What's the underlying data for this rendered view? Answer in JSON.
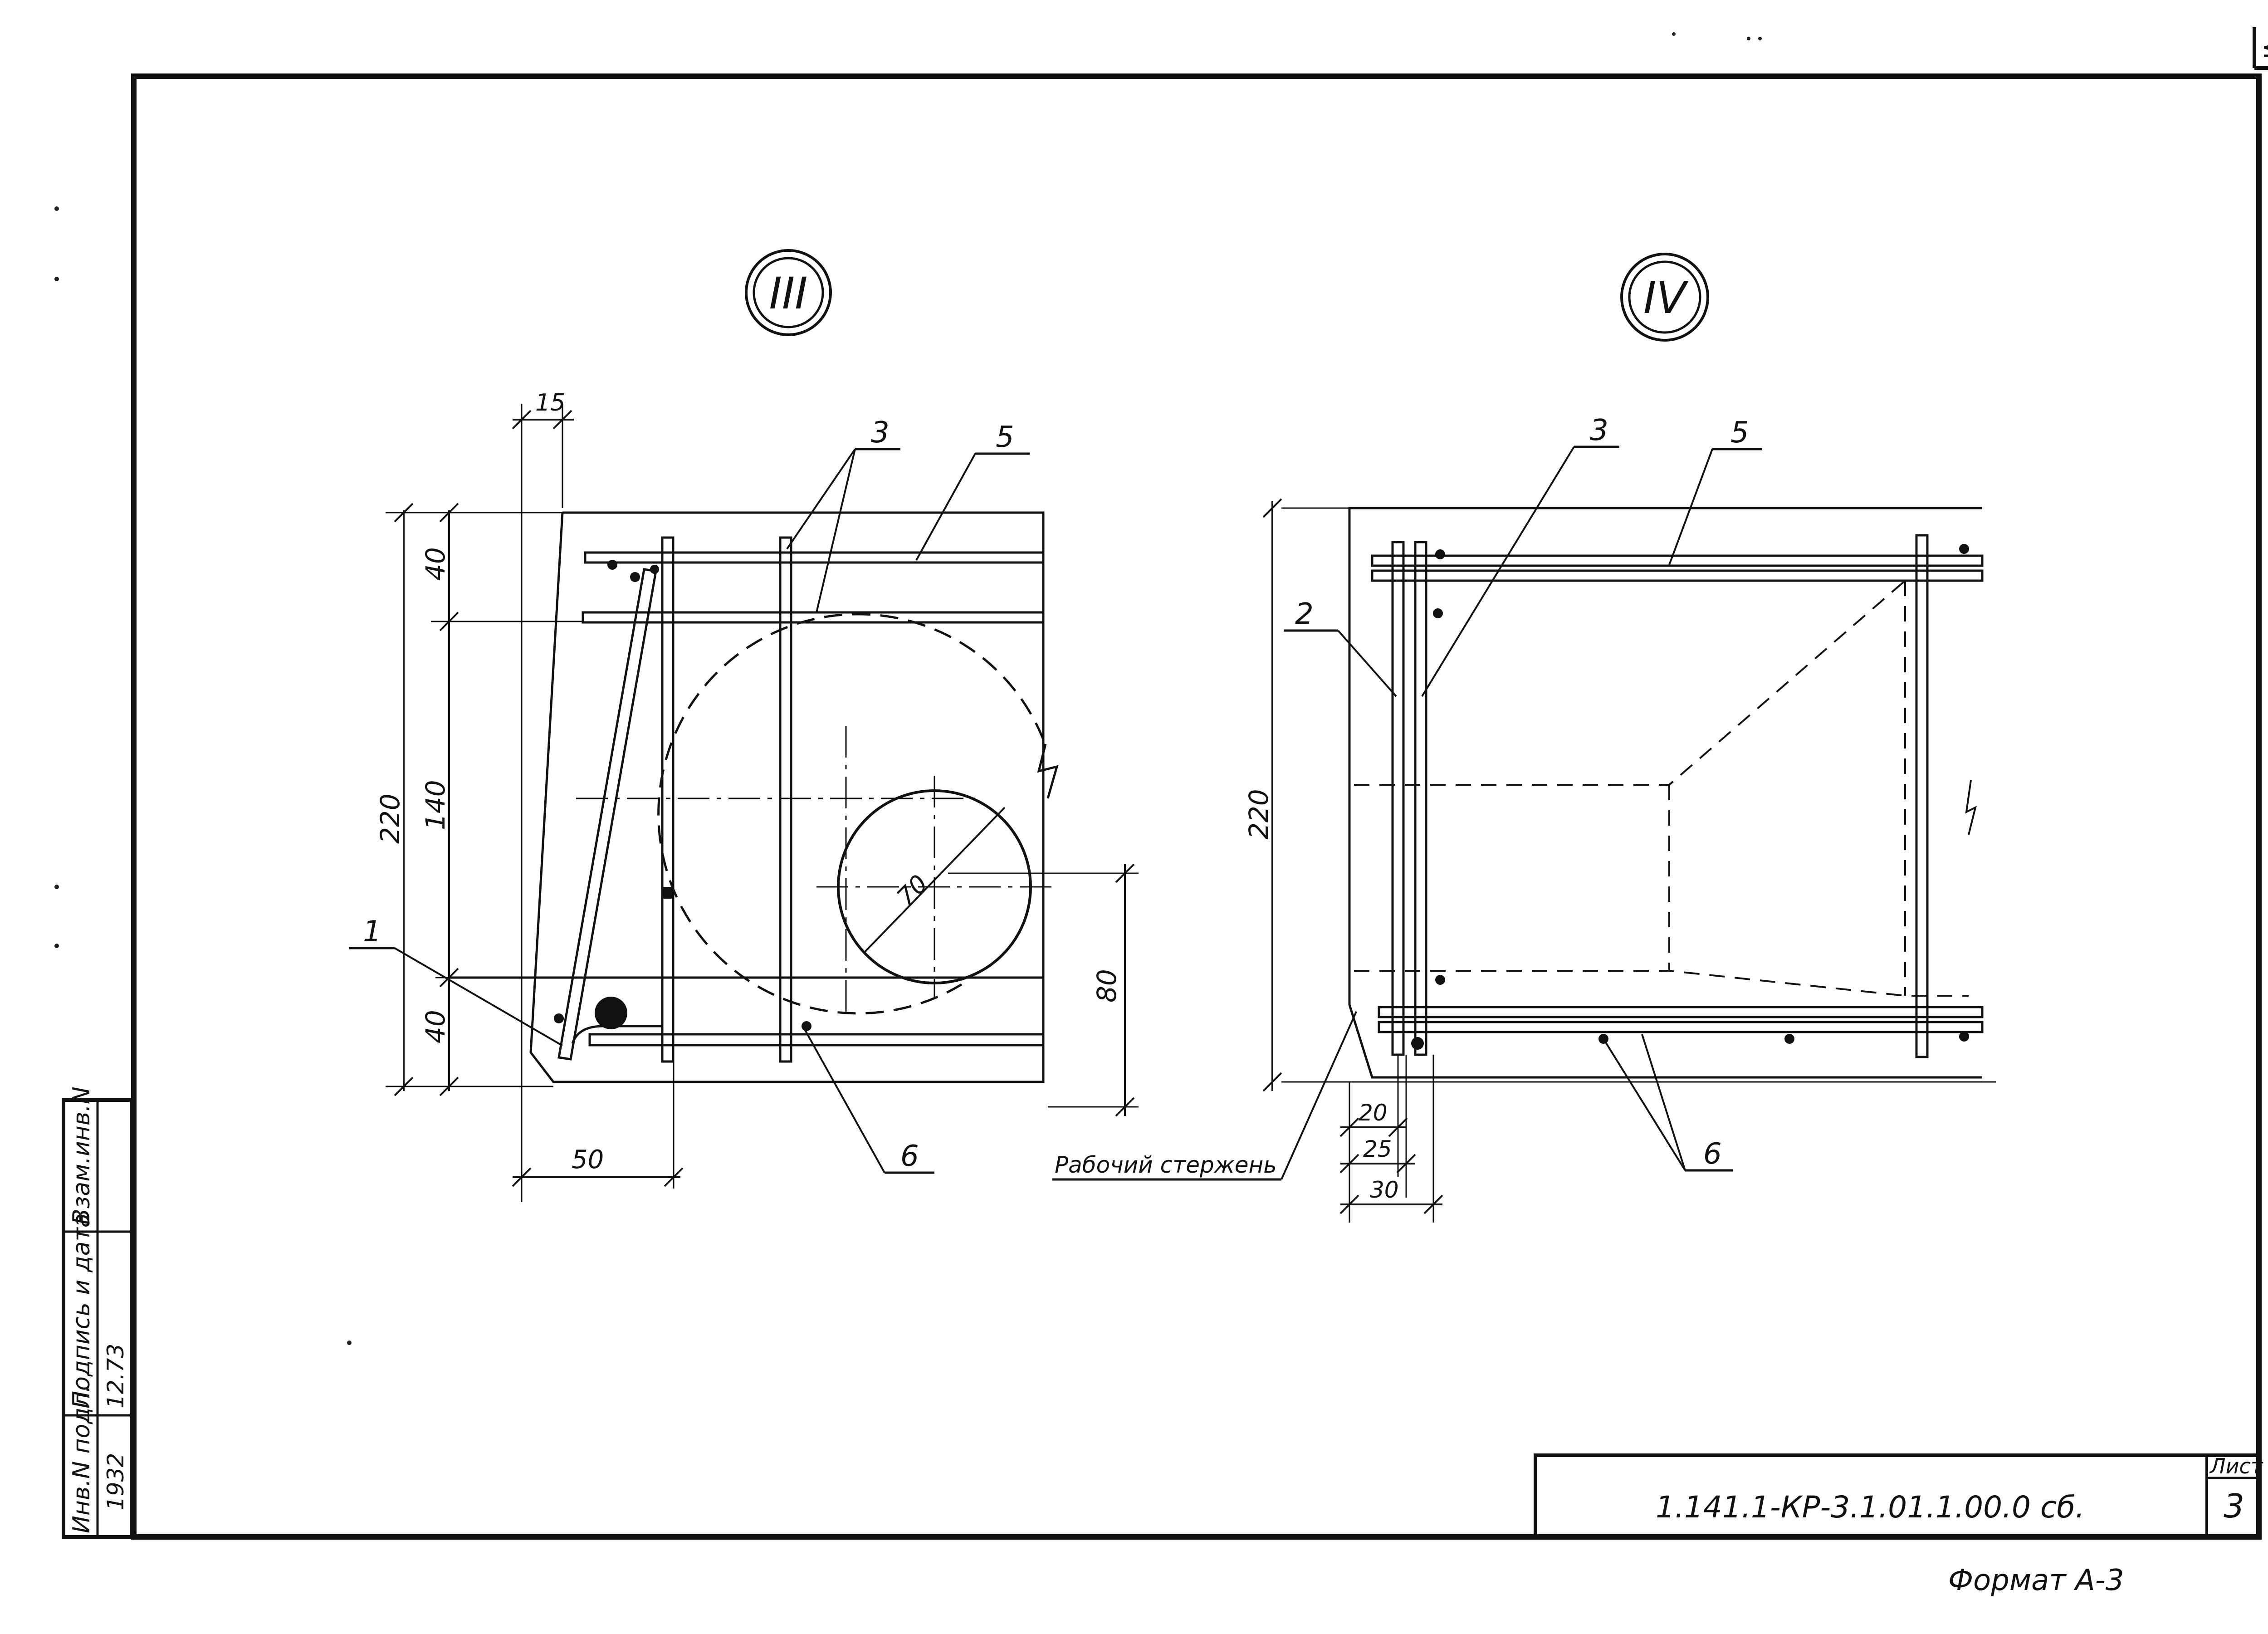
{
  "corner_mark": "≤O",
  "views": {
    "III": {
      "marker": "III",
      "dims": {
        "d15": "15",
        "d40_top": "40",
        "d140": "140",
        "d220": "220",
        "d40_bot": "40",
        "d70": "70",
        "d80": "80",
        "d50": "50"
      },
      "leaders": {
        "p1": "1",
        "p3": "3",
        "p5": "5",
        "p6": "6"
      }
    },
    "IV": {
      "marker": "IV",
      "dims": {
        "d220": "220",
        "d20": "20",
        "d25": "25",
        "d30": "30"
      },
      "leaders": {
        "p2": "2",
        "p3": "3",
        "p5": "5",
        "p6": "6"
      },
      "working_rod_label": "Рабочий стержень"
    }
  },
  "side_stamp": {
    "col1_title": "Инв.N подл.",
    "col2_title": "Подпись и дата",
    "col3_title": "Взам.инв.N",
    "col1_value": "1932",
    "col2_value": "12.73"
  },
  "title_block": {
    "doc_code": "1.141.1-КР-3.1.01.1.00.0 сб.",
    "sheet_label": "Лист",
    "sheet_number": "3"
  },
  "format_label": "Формат А-3"
}
